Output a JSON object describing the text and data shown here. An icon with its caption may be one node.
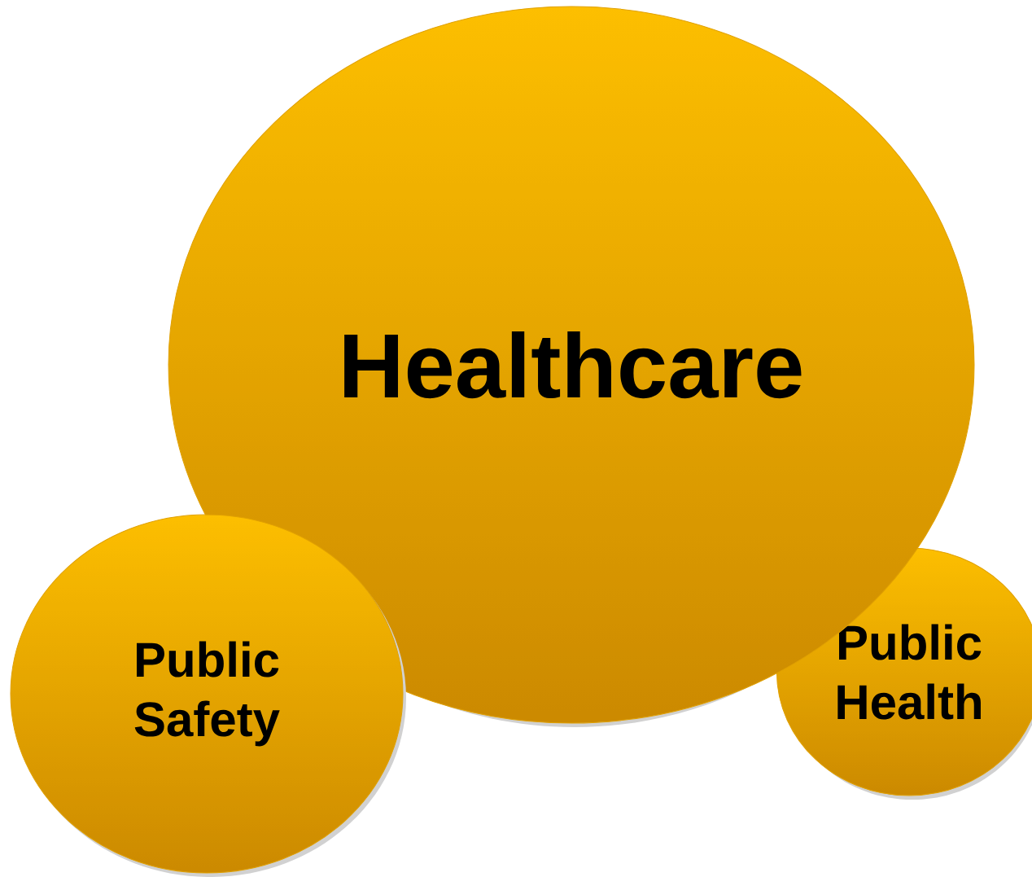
{
  "diagram": {
    "nodes": [
      {
        "text": [
          "Healthcare"
        ]
      },
      {
        "text": [
          "Public Safety"
        ]
      },
      {
        "text": [
          "Public Health"
        ]
      }
    ]
  }
}
